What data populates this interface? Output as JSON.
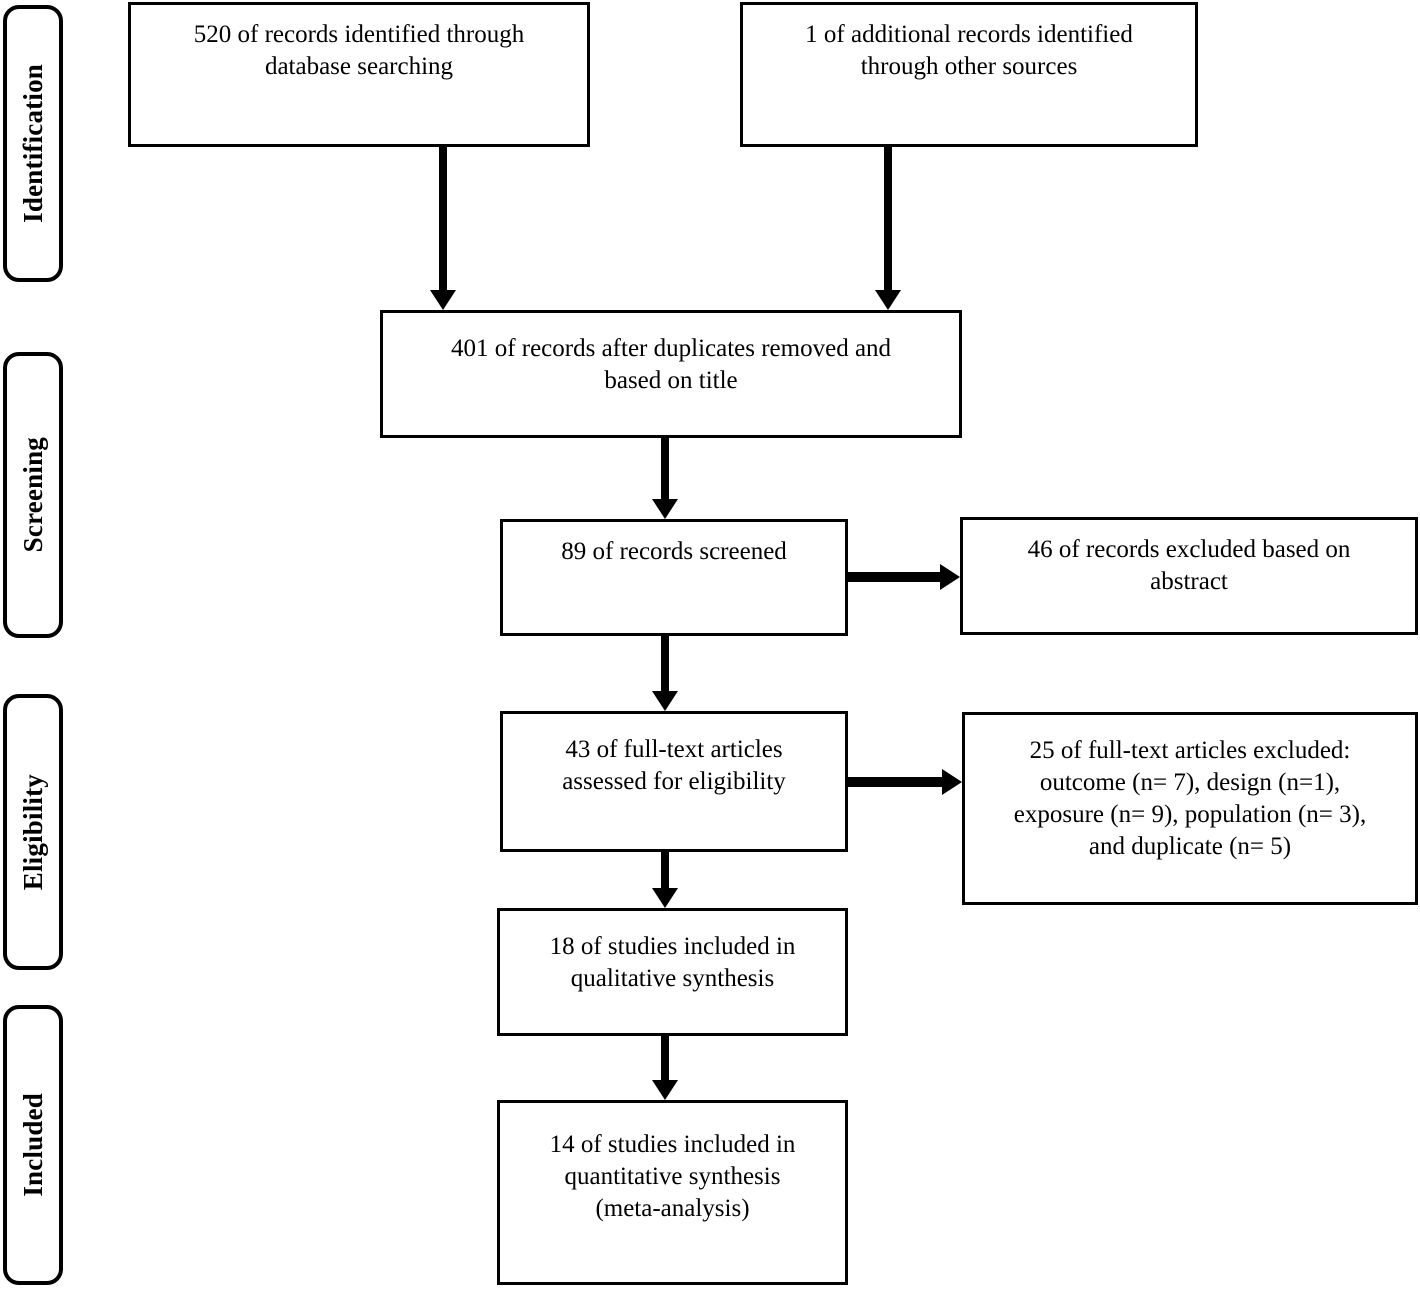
{
  "diagram": {
    "type": "prisma-flow-diagram",
    "stages": [
      {
        "id": "identification",
        "label": "Identification"
      },
      {
        "id": "screening",
        "label": "Screening"
      },
      {
        "id": "eligibility",
        "label": "Eligibility"
      },
      {
        "id": "included",
        "label": "Included"
      }
    ],
    "boxes": {
      "db_search": {
        "line1": "520 of records identified through",
        "line2": "database searching"
      },
      "other_sources": {
        "line1": "1 of additional records identified",
        "line2": "through other sources"
      },
      "dedup": {
        "line1": "401 of records after duplicates removed and",
        "line2": "based on title"
      },
      "screened": {
        "line1": "89 of records screened"
      },
      "excluded_abs": {
        "line1": "46 of records excluded based on",
        "line2": "abstract"
      },
      "fulltext": {
        "line1": "43 of full-text articles",
        "line2": "assessed for eligibility"
      },
      "excluded_full": {
        "line1": "25 of full-text articles excluded:",
        "line2": "outcome (n= 7), design (n=1),",
        "line3": "exposure (n= 9), population (n= 3),",
        "line4": "and duplicate (n= 5)"
      },
      "qualitative": {
        "line1": "18 of studies included in",
        "line2": "qualitative synthesis"
      },
      "quantitative": {
        "line1": "14 of studies included in",
        "line2": "quantitative synthesis",
        "line3": "(meta-analysis)"
      }
    },
    "counts": {
      "records_database_searching": 520,
      "records_other_sources": 1,
      "records_after_duplicates_and_title": 401,
      "records_screened": 89,
      "records_excluded_abstract": 46,
      "fulltext_assessed": 43,
      "fulltext_excluded_total": 25,
      "fulltext_excluded_outcome": 7,
      "fulltext_excluded_design": 1,
      "fulltext_excluded_exposure": 9,
      "fulltext_excluded_population": 3,
      "fulltext_excluded_duplicate": 5,
      "studies_qualitative": 18,
      "studies_quantitative": 14
    },
    "colors": {
      "stroke": "#000000",
      "fill": "#ffffff",
      "text": "#000000"
    }
  }
}
